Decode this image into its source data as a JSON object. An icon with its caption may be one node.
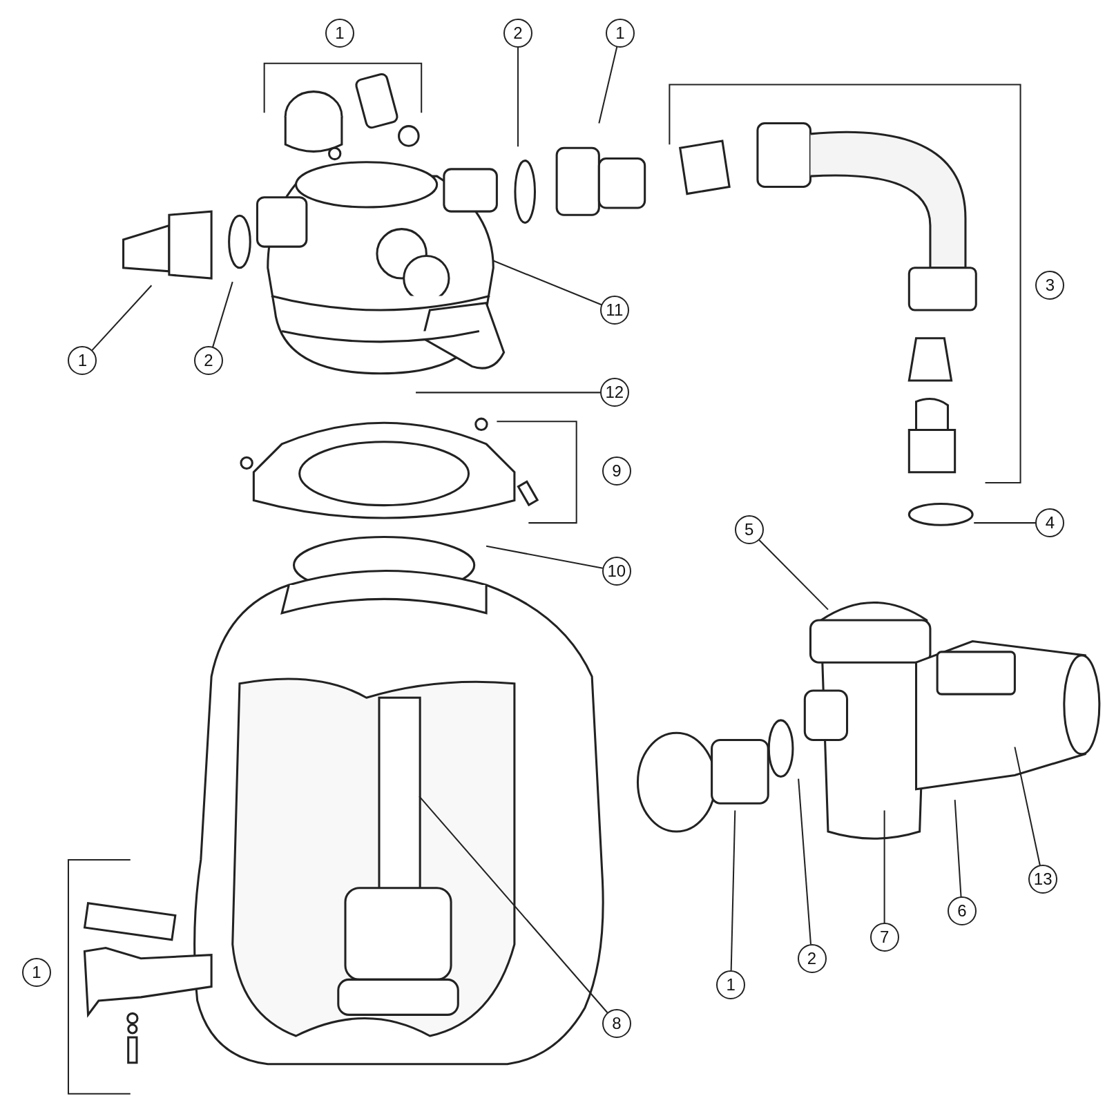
{
  "diagram": {
    "nodes": [
      {
        "text": [
          "2"
        ]
      },
      {
        "text": [
          "1"
        ]
      },
      {
        "text": [
          "1"
        ]
      },
      {
        "text": [
          "2"
        ]
      },
      {
        "text": [
          "11"
        ]
      },
      {
        "text": [
          "12"
        ]
      },
      {
        "text": [
          "4"
        ]
      },
      {
        "text": [
          "5"
        ]
      },
      {
        "text": [
          "10"
        ]
      },
      {
        "text": [
          "13"
        ]
      },
      {
        "text": [
          "6"
        ]
      },
      {
        "text": [
          "7"
        ]
      },
      {
        "text": [
          "2"
        ]
      },
      {
        "text": [
          "1"
        ]
      },
      {
        "text": [
          "8"
        ]
      },
      {
        "text": [
          "1"
        ]
      },
      {
        "text": [
          "3"
        ]
      },
      {
        "text": [
          "9"
        ]
      },
      {
        "text": [
          "1"
        ]
      }
    ],
    "edges": [
      {
        "from": 0,
        "to": null,
        "arrow": "none"
      },
      {
        "from": 1,
        "to": null,
        "arrow": "none"
      },
      {
        "from": 2,
        "to": null,
        "arrow": "none"
      },
      {
        "from": 3,
        "to": null,
        "arrow": "none"
      },
      {
        "from": 4,
        "to": null,
        "arrow": "none"
      },
      {
        "from": 5,
        "to": null,
        "arrow": "none"
      },
      {
        "from": 6,
        "to": null,
        "arrow": "none"
      },
      {
        "from": 7,
        "to": null,
        "arrow": "none"
      },
      {
        "from": 8,
        "to": null,
        "arrow": "none"
      },
      {
        "from": 9,
        "to": null,
        "arrow": "none"
      },
      {
        "from": 10,
        "to": null,
        "arrow": "none"
      },
      {
        "from": 11,
        "to": null,
        "arrow": "none"
      },
      {
        "from": 12,
        "to": null,
        "arrow": "none"
      },
      {
        "from": 13,
        "to": null,
        "arrow": "none"
      },
      {
        "from": 14,
        "to": null,
        "arrow": "none"
      }
    ]
  }
}
